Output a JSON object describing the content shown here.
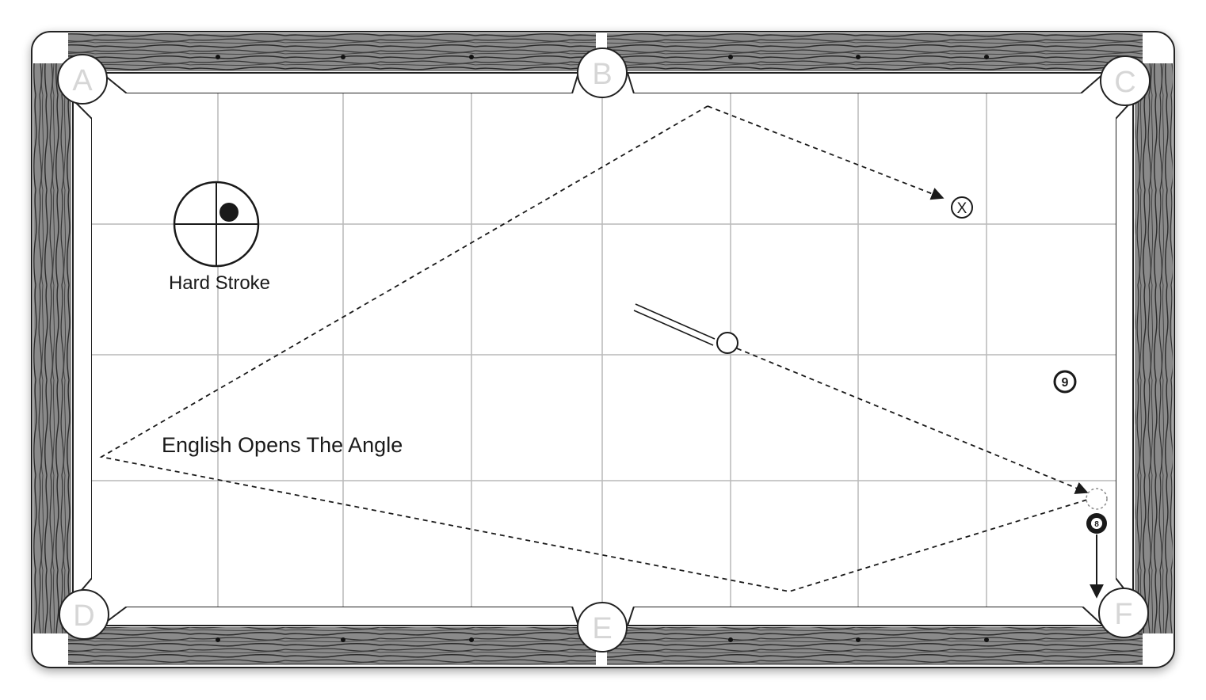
{
  "diagram": {
    "labels": {
      "tip_caption": "Hard Stroke",
      "shot_caption": "English Opens The Angle"
    },
    "pockets": [
      {
        "id": "A",
        "label": "A"
      },
      {
        "id": "B",
        "label": "B"
      },
      {
        "id": "C",
        "label": "C"
      },
      {
        "id": "D",
        "label": "D"
      },
      {
        "id": "E",
        "label": "E"
      },
      {
        "id": "F",
        "label": "F"
      }
    ],
    "balls": {
      "nine": "9",
      "eight": "8",
      "target_marker": "X"
    },
    "colors": {
      "rail_wood": "#6e6e6e",
      "cloth": "#ffffff",
      "grid": "#b9b9b9",
      "ink": "#1a1a1a"
    }
  }
}
